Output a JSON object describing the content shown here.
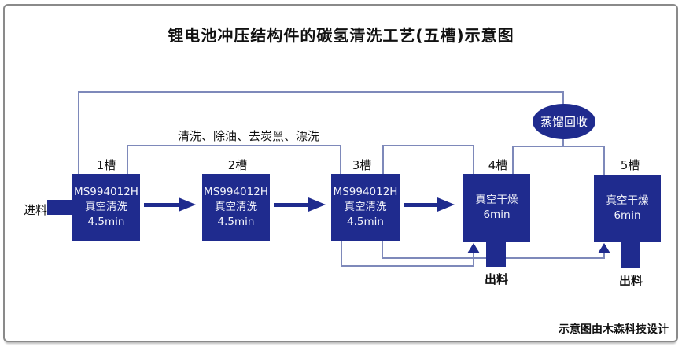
{
  "title": "锂电池冲压结构件的碳氢清洗工艺(五槽)示意图",
  "credit": "示意图由木森科技设计",
  "labels": {
    "inlet": "进料",
    "outlet_tank4": "出料",
    "outlet_tank5": "出料",
    "process_note": "清洗、除油、去炭黑、漂洗",
    "recovery": "蒸馏回收"
  },
  "tanks": [
    {
      "label": "1槽",
      "lines": [
        "MS994012H",
        "真空清洗",
        "4.5min"
      ]
    },
    {
      "label": "2槽",
      "lines": [
        "MS994012H",
        "真空清洗",
        "4.5min"
      ]
    },
    {
      "label": "3槽",
      "lines": [
        "MS994012H",
        "真空清洗",
        "4.5min"
      ]
    },
    {
      "label": "4槽",
      "lines": [
        "真空干燥",
        "6min"
      ]
    },
    {
      "label": "5槽",
      "lines": [
        "真空干燥",
        "6min"
      ]
    }
  ],
  "colors": {
    "tank_fill": "#1f2b8e",
    "pipe_line": "#7e89ba",
    "frame_border": "#8a8a8a",
    "text": "#111111",
    "tank_text": "#f2f3fa"
  }
}
